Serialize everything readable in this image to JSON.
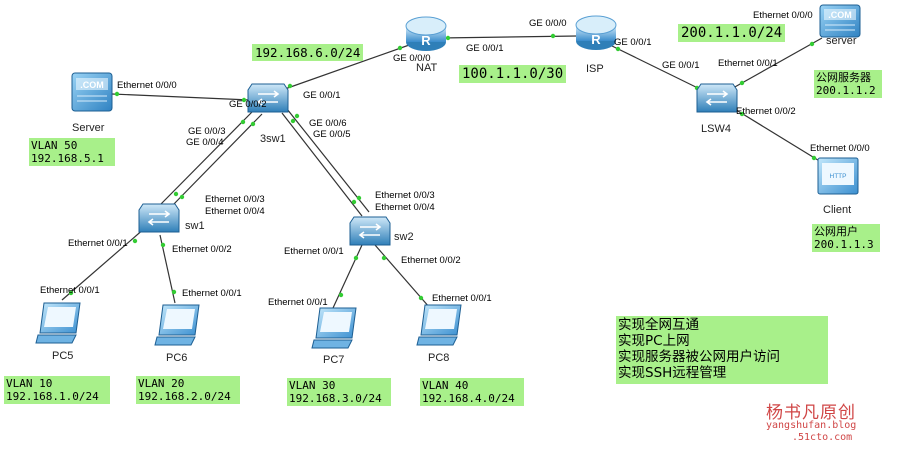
{
  "devices": {
    "server_left": "Server",
    "sw3": "3sw1",
    "nat": "NAT",
    "isp": "ISP",
    "lsw4": "LSW4",
    "server_right": "server",
    "client": "Client",
    "sw1": "sw1",
    "sw2": "sw2",
    "pc5": "PC5",
    "pc6": "PC6",
    "pc7": "PC7",
    "pc8": "PC8"
  },
  "ports": {
    "server_left_eth": "Ethernet 0/0/0",
    "sw3_ge002": "GE 0/0/2",
    "sw3_ge001": "GE 0/0/1",
    "sw3_ge003": "GE 0/0/3",
    "sw3_ge004": "GE 0/0/4",
    "sw3_ge006": "GE 0/0/6",
    "sw3_ge005": "GE 0/0/5",
    "nat_ge000": "GE 0/0/0",
    "nat_ge001": "GE 0/0/1",
    "isp_ge000": "GE 0/0/0",
    "isp_ge001": "GE 0/0/1",
    "lsw4_ge001": "GE 0/0/1",
    "lsw4_eth001": "Ethernet 0/0/1",
    "lsw4_eth002": "Ethernet 0/0/2",
    "server_right_eth": "Ethernet 0/0/0",
    "client_eth": "Ethernet 0/0/0",
    "sw1_eth003": "Ethernet 0/0/3",
    "sw1_eth004": "Ethernet 0/0/4",
    "sw1_eth001": "Ethernet 0/0/1",
    "sw1_eth002": "Ethernet 0/0/2",
    "sw2_eth003": "Ethernet 0/0/3",
    "sw2_eth004": "Ethernet 0/0/4",
    "sw2_eth001": "Ethernet 0/0/1",
    "sw2_eth002": "Ethernet 0/0/2",
    "pc5_eth": "Ethernet 0/0/1",
    "pc6_eth": "Ethernet 0/0/1",
    "pc7_eth": "Ethernet 0/0/1",
    "pc8_eth": "Ethernet 0/0/1"
  },
  "networks": {
    "vlan50": {
      "vlan": "VLAN 50",
      "net": "192.168.5.1"
    },
    "vlan10": {
      "vlan": "VLAN 10",
      "net": "192.168.1.0/24"
    },
    "vlan20": {
      "vlan": "VLAN 20",
      "net": "192.168.2.0/24"
    },
    "vlan30": {
      "vlan": "VLAN 30",
      "net": "192.168.3.0/24"
    },
    "vlan40": {
      "vlan": "VLAN 40",
      "net": "192.168.4.0/24"
    },
    "nat_link": "192.168.6.0/24",
    "isp_link": "100.1.1.0/30",
    "public_net": "200.1.1.0/24",
    "public_server": {
      "title": "公网服务器",
      "ip": "200.1.1.2"
    },
    "public_user": {
      "title": "公网用户",
      "ip": "200.1.1.3"
    }
  },
  "notes": [
    "实现全网互通",
    "实现PC上网",
    "实现服务器被公网用户访问",
    "实现SSH远程管理"
  ],
  "watermark": {
    "cn": "杨书凡原创",
    "en1": "yangshufan.blog",
    "en2": ".51cto.com"
  },
  "colors": {
    "label_bg": "#a8f08a",
    "link": "#333333",
    "link_dot": "#33cc33",
    "watermark": "#d04646"
  }
}
